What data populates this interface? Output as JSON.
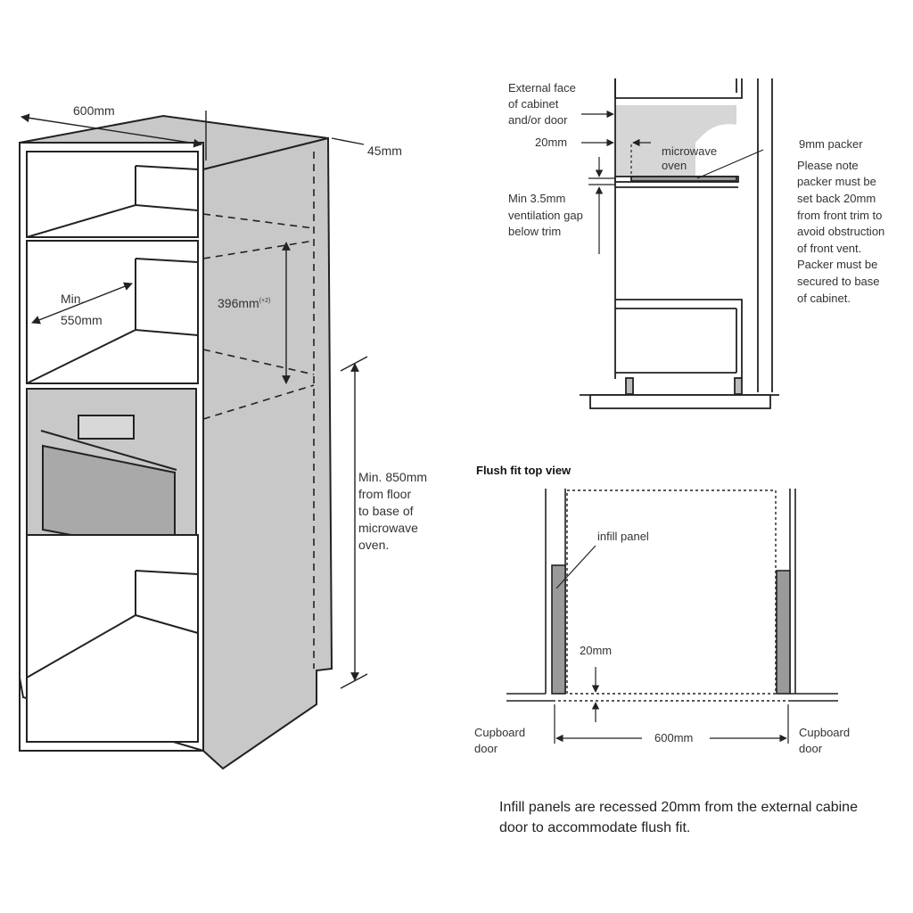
{
  "cabinet_view": {
    "width_label": "600mm",
    "depth_offset_label": "45mm",
    "cavity_min_label_1": "Min.",
    "cavity_min_label_2": "550mm",
    "cavity_height_label": "396mm",
    "cavity_height_tolerance": "(+2)",
    "floor_clearance_lines": [
      "Min. 850mm",
      "from floor",
      "to base of",
      "microwave",
      "oven."
    ]
  },
  "side_view": {
    "external_face_lines": [
      "External face",
      "of cabinet",
      "and/or door"
    ],
    "setback_label": "20mm",
    "appliance_lines": [
      "microwave",
      "oven"
    ],
    "packer_label": "9mm packer",
    "packer_note_lines": [
      "Please note",
      "packer must be",
      "set back 20mm",
      "from front trim to",
      "avoid obstruction",
      "of front vent.",
      "Packer must be",
      "secured to base",
      "of cabinet."
    ],
    "ventilation_lines": [
      "Min 3.5mm",
      "ventilation gap",
      "below trim"
    ]
  },
  "top_view": {
    "title": "Flush fit top view",
    "infill_label": "infill panel",
    "recess_label": "20mm",
    "width_label": "600mm",
    "left_door_lines": [
      "Cupboard",
      "door"
    ],
    "right_door_lines": [
      "Cupboard",
      "door"
    ]
  },
  "footer_note_lines": [
    "Infill panels are recessed 20mm from the external cabine",
    "door to accommodate flush fit."
  ],
  "colors": {
    "line": "#222222",
    "panel_fill": "#c8c8c8",
    "oven_fill": "#bcbcbc",
    "dark_fill": "#9a9a9a"
  }
}
